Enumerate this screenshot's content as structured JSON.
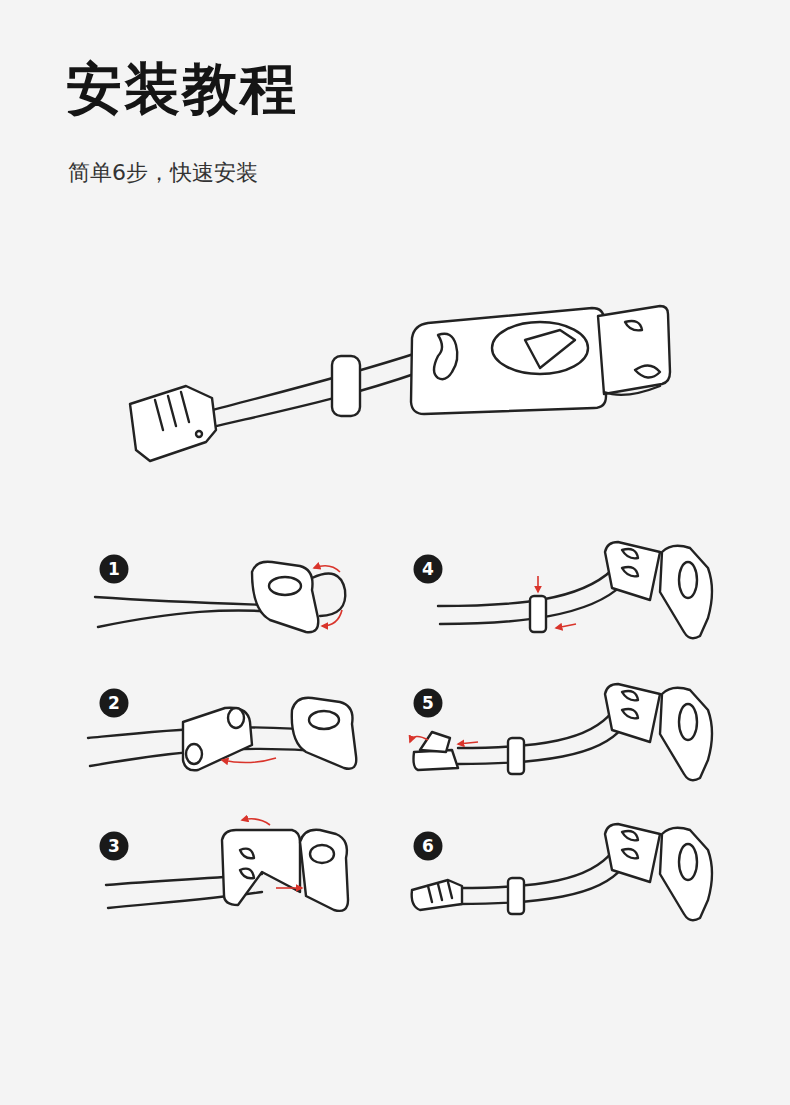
{
  "diagram": {
    "title": "安装教程",
    "nodes": [
      {
        "text": [
          "1"
        ]
      },
      {
        "text": [
          "2"
        ]
      },
      {
        "text": [
          "3"
        ]
      },
      {
        "text": [
          "4"
        ]
      },
      {
        "text": [
          "5"
        ]
      },
      {
        "text": [
          "6"
        ]
      }
    ],
    "labels": [
      "简单6步，快速安装"
    ]
  }
}
